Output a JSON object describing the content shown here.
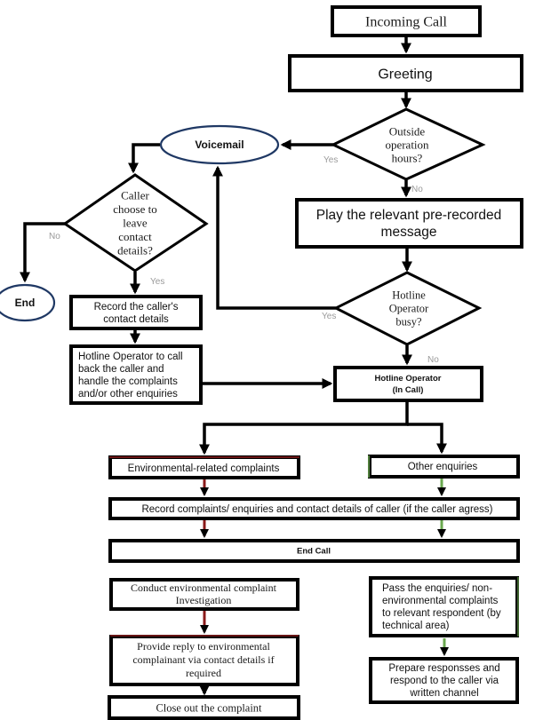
{
  "diagram": {
    "colors": {
      "line": "#000000",
      "terminal_outline": "#1f3864",
      "branch_label": "#9a9a9a",
      "environmental_branch": "#8b1a1a",
      "other_branch": "#6aa84f"
    },
    "nodes": {
      "incoming_call": {
        "lines": [
          "Incoming Call"
        ]
      },
      "greeting": {
        "lines": [
          "Greeting"
        ]
      },
      "outside_hours": {
        "lines": [
          "Outside",
          "operation",
          "hours?"
        ]
      },
      "voicemail": {
        "lines": [
          "Voicemail"
        ]
      },
      "caller_choose": {
        "lines": [
          "Caller",
          "choose to",
          "leave",
          "contact",
          "details?"
        ]
      },
      "end": {
        "lines": [
          "End"
        ]
      },
      "record_contact": {
        "lines": [
          "Record the caller's",
          "contact details"
        ]
      },
      "callback": {
        "lines": [
          "Hotline Operator to call",
          "back the caller and",
          "handle the complaints",
          "and/or other enquiries"
        ]
      },
      "play_message": {
        "lines": [
          "Play the relevant pre-recorded",
          "message"
        ]
      },
      "operator_busy": {
        "lines": [
          "Hotline",
          "Operator",
          "busy?"
        ]
      },
      "operator_in_call": {
        "lines": [
          "Hotline Operator",
          "(In Call)"
        ]
      },
      "env_complaints": {
        "lines": [
          "Environmental-related complaints"
        ]
      },
      "other_enquiries": {
        "lines": [
          "Other enquiries"
        ]
      },
      "record_complaints": {
        "lines": [
          "Record complaints/ enquiries and contact details of caller (if the caller agress)"
        ]
      },
      "end_call": {
        "lines": [
          "End Call"
        ]
      },
      "conduct_investigation": {
        "lines": [
          "Conduct environmental complaint",
          "Investigation"
        ]
      },
      "provide_reply": {
        "lines": [
          "Provide reply to environmental",
          "complainant via contact details if",
          "required"
        ]
      },
      "close_out": {
        "lines": [
          "Close out the complaint"
        ]
      },
      "pass_enquiries": {
        "lines": [
          "Pass the enquiries/ non-",
          "environmental complaints",
          "to relevant respondent (by",
          "technical area)"
        ]
      },
      "prepare_responses": {
        "lines": [
          "Prepare responsses and",
          "respond to the caller via",
          "written channel"
        ]
      }
    },
    "edge_labels": {
      "outside_hours_yes": "Yes",
      "outside_hours_no": "No",
      "caller_choose_no": "No",
      "caller_choose_yes": "Yes",
      "operator_busy_yes": "Yes",
      "operator_busy_no": "No"
    }
  }
}
